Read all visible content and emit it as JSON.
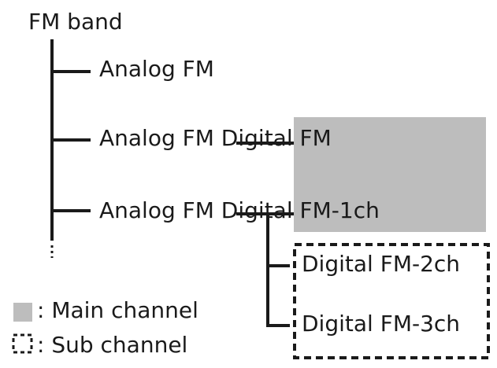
{
  "tree": {
    "root": "FM band",
    "items": [
      {
        "label": "Analog FM"
      },
      {
        "label": "Analog FM Digital FM"
      },
      {
        "label": "Analog FM Digital FM-1ch"
      }
    ],
    "sub_items": [
      {
        "label": "Digital FM-2ch"
      },
      {
        "label": "Digital FM-3ch"
      }
    ]
  },
  "legend": {
    "main": ": Main channel",
    "sub": ": Sub channel"
  },
  "colors": {
    "main_channel": "#bdbdbd",
    "line": "#1a1a1a"
  }
}
